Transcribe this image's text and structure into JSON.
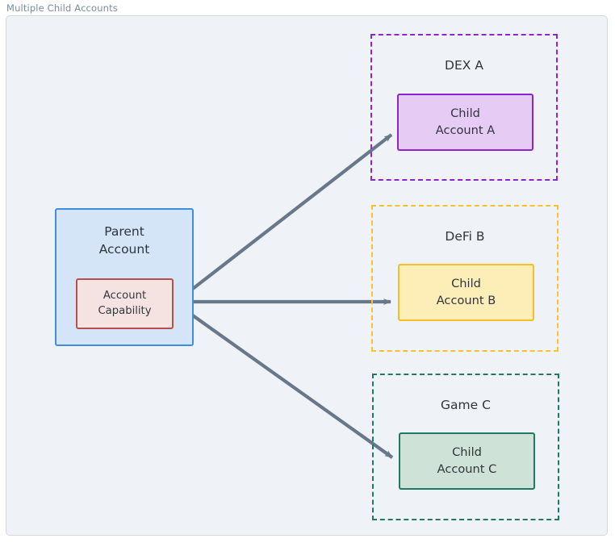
{
  "frame": {
    "title": "Multiple Child Accounts"
  },
  "colors": {
    "canvas": "#eff2f6",
    "frame_border": "#d2d9e1",
    "title_text": "#7b8c9e",
    "node_text": "#30353b",
    "edge": "#66788a",
    "parent_fill": "#d4e5f7",
    "parent_stroke": "#3f8ede",
    "capability_fill": "#f5e3e2",
    "capability_stroke": "#b5504f",
    "dex_a": "#8e24cf",
    "dex_a_fill": "#e6ccf4",
    "defi_b": "#fbc02d",
    "defi_b_fill": "#fdeeb8",
    "game_c": "#1e7a62",
    "game_c_fill": "#cfe2d8"
  },
  "nodes": {
    "parent_account": {
      "line1": "Parent",
      "line2": "Account"
    },
    "account_capability": {
      "line1": "Account",
      "line2": "Capability"
    },
    "child_a": {
      "line1": "Child",
      "line2": "Account A"
    },
    "child_b": {
      "line1": "Child",
      "line2": "Account B"
    },
    "child_c": {
      "line1": "Child",
      "line2": "Account C"
    }
  },
  "groups": [
    {
      "id": "dex-a",
      "title": "DEX A"
    },
    {
      "id": "defi-b",
      "title": "DeFi B"
    },
    {
      "id": "game-c",
      "title": "Game C"
    }
  ],
  "edges": [
    {
      "from": "account-capability",
      "to": "child-account-a",
      "style": "solid-arrow"
    },
    {
      "from": "account-capability",
      "to": "child-account-b",
      "style": "solid-arrow"
    },
    {
      "from": "account-capability",
      "to": "child-account-c",
      "style": "solid-arrow"
    }
  ]
}
